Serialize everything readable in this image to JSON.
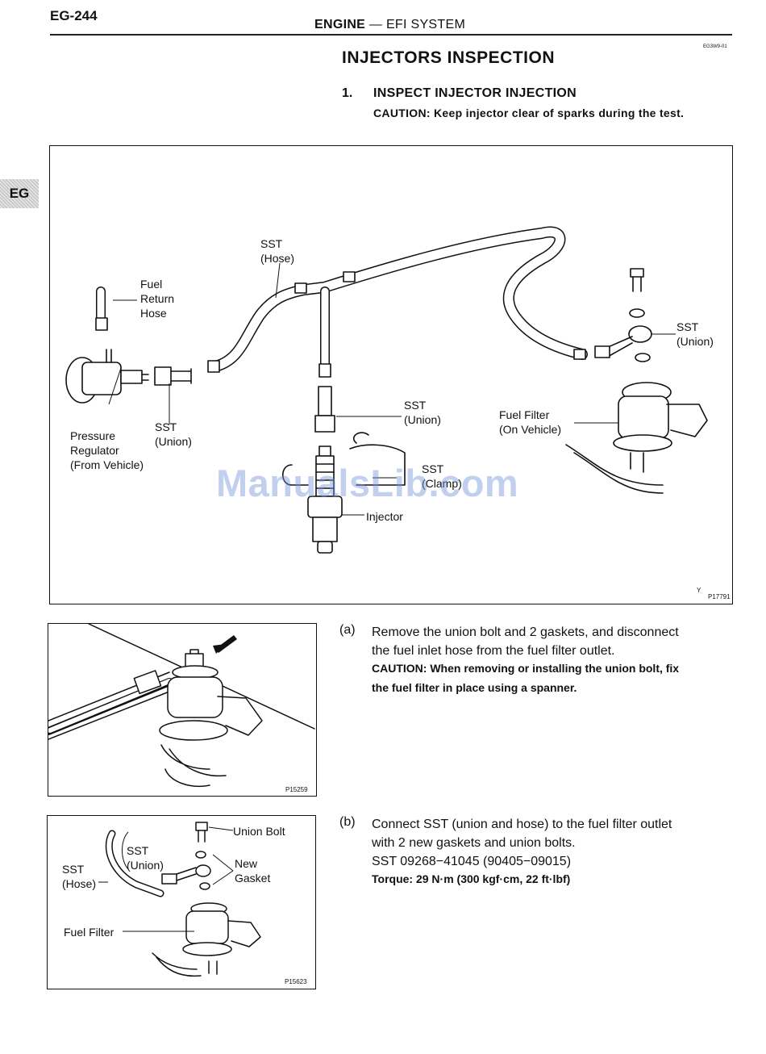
{
  "header": {
    "page_number": "EG-244",
    "title_bold": "ENGINE",
    "title_dash": " — ",
    "title_rest": "EFI SYSTEM",
    "code": "EG3W9-01"
  },
  "side_tab": "EG",
  "section": {
    "title": "INJECTORS INSPECTION",
    "step_number": "1.",
    "step_title": "INSPECT INJECTOR INJECTION",
    "caution": "CAUTION: Keep injector clear of sparks during the test."
  },
  "main_figure": {
    "labels": {
      "sst_hose": [
        "SST",
        "(Hose)"
      ],
      "fuel_return_hose": [
        "Fuel",
        "Return",
        "Hose"
      ],
      "pressure_regulator": [
        "Pressure",
        "Regulator",
        "(From Vehicle)"
      ],
      "sst_union_left": [
        "SST",
        "(Union)"
      ],
      "sst_union_center": [
        "SST",
        "(Union)"
      ],
      "sst_clamp": [
        "SST",
        "(Clamp)"
      ],
      "injector": "Injector",
      "fuel_filter": [
        "Fuel Filter",
        "(On Vehicle)"
      ],
      "sst_union_right": [
        "SST",
        "(Union)"
      ]
    },
    "figure_id": "P17791",
    "mark": "Y"
  },
  "watermark": "ManualsLib.com",
  "figure_a": {
    "figure_id": "P15259"
  },
  "figure_b": {
    "labels": {
      "union_bolt": "Union Bolt",
      "sst_union": [
        "SST",
        "(Union)"
      ],
      "sst_hose": [
        "SST",
        "(Hose)"
      ],
      "new_gasket": [
        "New",
        "Gasket"
      ],
      "fuel_filter": "Fuel Filter"
    },
    "figure_id": "P15623"
  },
  "step_a": {
    "letter": "(a)",
    "lines": [
      "Remove the union bolt and 2 gaskets, and disconnect",
      "the fuel inlet hose from the fuel filter outlet."
    ],
    "caution_lines": [
      "CAUTION: When removing or installing the union bolt, fix",
      "the fuel filter in place using a spanner."
    ]
  },
  "step_b": {
    "letter": "(b)",
    "lines": [
      "Connect SST (union and hose) to the fuel filter outlet",
      "with 2 new gaskets and union bolts.",
      "SST 09268−41045 (90405−09015)"
    ],
    "torque": "Torque: 29 N·m (300 kgf·cm, 22 ft·lbf)"
  }
}
